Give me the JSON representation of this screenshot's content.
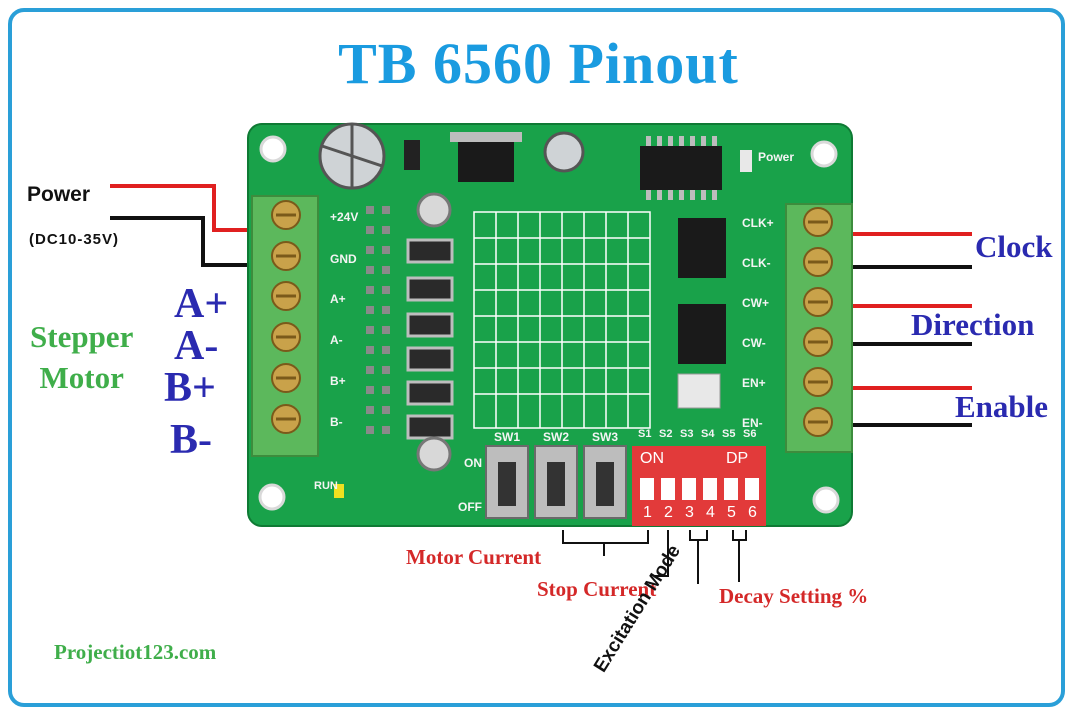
{
  "title": "TB 6560 Pinout",
  "power": {
    "label": "Power",
    "range": "(DC10-35V)"
  },
  "motor": {
    "line1": "Stepper",
    "line2": "Motor"
  },
  "coils": [
    "A+",
    "A-",
    "B+",
    "B-"
  ],
  "signals": {
    "clock": "Clock",
    "direction": "Direction",
    "enable": "Enable"
  },
  "switches": {
    "sw1": "SW1",
    "sw2": "SW2",
    "sw3": "SW3",
    "on": "ON",
    "off": "OFF"
  },
  "dip": {
    "on": "ON",
    "dp": "DP",
    "top": [
      "S1",
      "S2",
      "S3",
      "S4",
      "S5",
      "S6"
    ],
    "bottom": [
      "1",
      "2",
      "3",
      "4",
      "5",
      "6"
    ]
  },
  "left_pins": [
    "+24V",
    "GND",
    "A+",
    "A-",
    "B+",
    "B-"
  ],
  "right_pins": [
    "CLK+",
    "CLK-",
    "CW+",
    "CW-",
    "EN+",
    "EN-"
  ],
  "board_labels": {
    "power": "Power",
    "run": "RUN"
  },
  "annotations": {
    "motor_current": "Motor Current",
    "stop_current": "Stop Current",
    "excitation_mode": "Excitation Mode",
    "decay_setting": "Decay Setting  %"
  },
  "website": "Projectiot123.com",
  "colors": {
    "title": "#1a9be0",
    "frame": "#2a9fd8",
    "pcb": "#19a24a",
    "terminal": "#5cb85c",
    "dip": "#e23a3a",
    "label_blue": "#2a2ab0",
    "label_green": "#3fae4a",
    "label_red": "#d42828"
  }
}
